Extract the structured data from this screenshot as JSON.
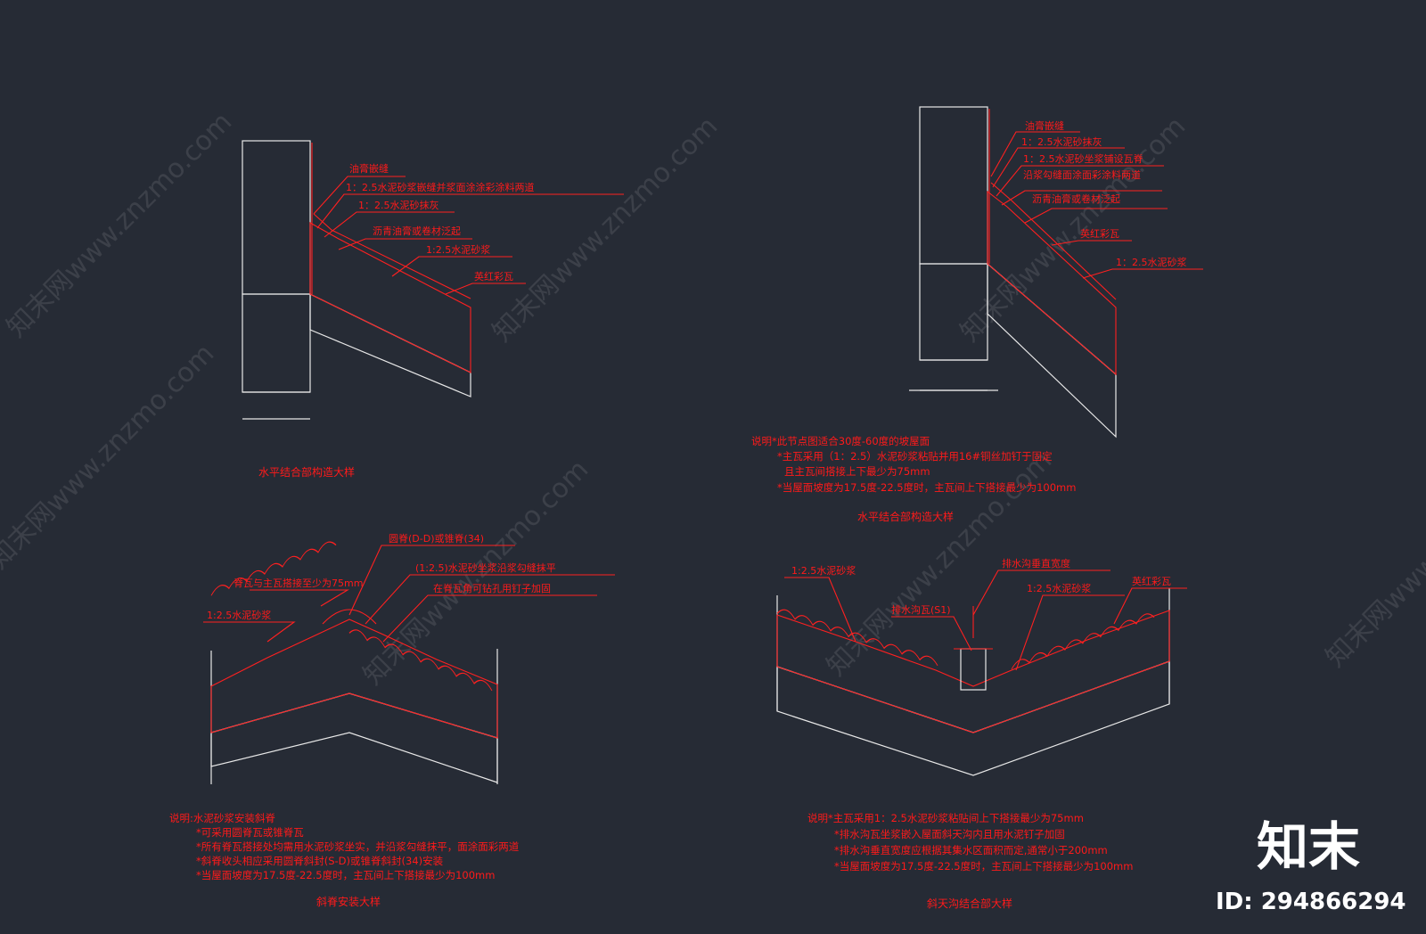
{
  "details": {
    "top_left": {
      "labels": [
        "油膏嵌缝",
        "1：2.5水泥砂浆嵌缝并浆面涂涂彩涂料两道",
        "1：2.5水泥砂抹灰",
        "沥青油膏或卷材泛起",
        "1:2.5水泥砂浆",
        "英红彩瓦"
      ],
      "title": "水平结合部构造大样"
    },
    "top_right": {
      "labels": [
        "油膏嵌缝",
        "1：2.5水泥砂抹灰",
        "1：2.5水泥砂坐浆铺设瓦脊",
        "沿浆勾缝面涂面彩涂料两道",
        "沥青油膏或卷材泛起",
        "英红彩瓦",
        "1：2.5水泥砂浆"
      ],
      "notes": [
        "说明*此节点图适合30度-60度的坡屋面",
        "*主瓦采用（1：2.5）水泥砂浆粘贴并用16#铜丝加钉于固定",
        "且主瓦间搭接上下最少为75mm",
        "*当屋面坡度为17.5度-22.5度时，主瓦间上下搭接最少为100mm"
      ],
      "title": "水平结合部构造大样"
    },
    "bottom_left": {
      "labels": [
        "圆脊(D-D)或锥脊(34)",
        "脊瓦与主瓦搭接至少为75mm",
        "(1:2.5)水泥砂坐浆沿浆勾缝抹平",
        "在脊瓦角可钻孔用钉子加固",
        "1:2.5水泥砂浆"
      ],
      "notes": [
        "说明:水泥砂浆安装斜脊",
        "*可采用圆脊瓦或锥脊瓦",
        "*所有脊瓦搭接处均需用水泥砂浆坐实，并沿浆勾缝抹平，面涂面彩两道",
        "*斜脊收头相应采用圆脊斜封(S-D)或锥脊斜封(34)安装",
        "*当屋面坡度为17.5度-22.5度时，主瓦间上下搭接最少为100mm"
      ],
      "title": "斜脊安装大样"
    },
    "bottom_right": {
      "labels": [
        "排水沟垂直宽度",
        "1:2.5水泥砂浆",
        "排水沟瓦(S1)",
        "1:2.5水泥砂浆",
        "英红彩瓦"
      ],
      "notes": [
        "说明*主瓦采用1：2.5水泥砂浆粘贴间上下搭接最少为75mm",
        "*排水沟瓦坐浆嵌入屋面斜天沟内且用水泥钉子加固",
        "*排水沟垂直宽度应根据其集水区面积而定,通常小于200mm",
        "*当屋面坡度为17.5度-22.5度时，主瓦间上下搭接最少为100mm"
      ],
      "title": "斜天沟结合部大样"
    }
  },
  "watermark": {
    "text": "知末网www.znzmo.com"
  },
  "branding": {
    "logo": "知末",
    "id_text": "ID: 294866294"
  },
  "colors": {
    "background": "#262b35",
    "annotation": "#ff1a1a",
    "outline": "#e8e8e8"
  }
}
